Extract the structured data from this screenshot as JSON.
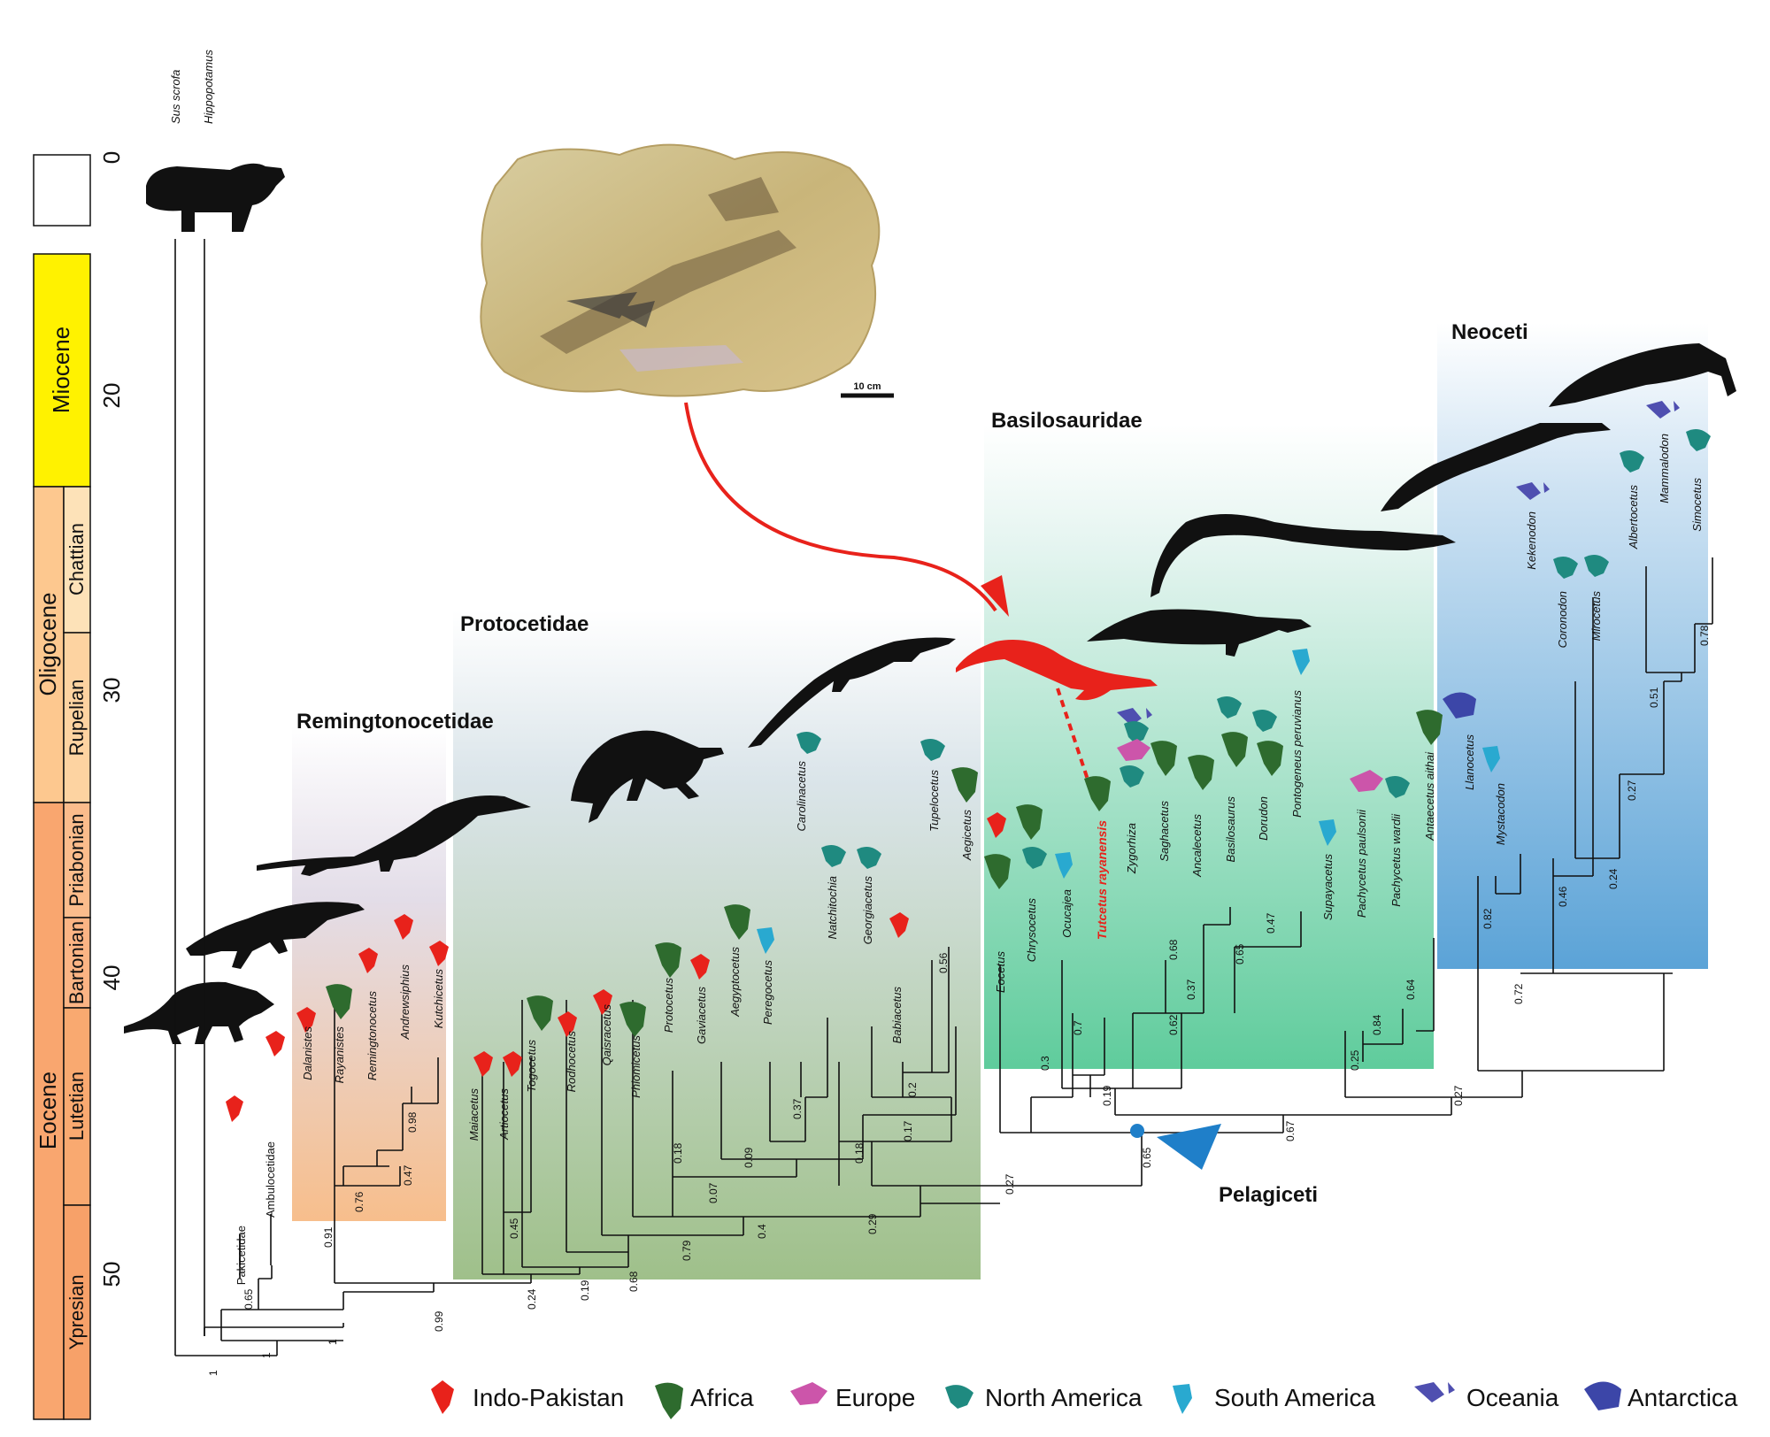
{
  "time_scale": {
    "ticks": [
      "0",
      "20",
      "30",
      "40",
      "50"
    ],
    "epochs": [
      {
        "label": "Miocene",
        "color": "#fff200"
      },
      {
        "label": "Oligocene",
        "color": "#fdc88f"
      },
      {
        "label": "Eocene",
        "color": "#f9a66f"
      }
    ],
    "stages": [
      {
        "label": "Chattian",
        "color": "#fde2b8"
      },
      {
        "label": "Rupelian",
        "color": "#fdd3a1"
      },
      {
        "label": "Priabonian",
        "color": "#fbbc8c"
      },
      {
        "label": "Bartonian",
        "color": "#fbb484"
      },
      {
        "label": "Lutetian",
        "color": "#f9a970"
      },
      {
        "label": "Ypresian",
        "color": "#f7a169"
      }
    ]
  },
  "clades": {
    "remingtonocetidae": "Remingtonocetidae",
    "protocetidae": "Protocetidae",
    "basilosauridae": "Basilosauridae",
    "neoceti": "Neoceti",
    "pelagiceti": "Pelagiceti"
  },
  "scale_bar": "10 cm",
  "highlight_color": "#e8221b",
  "taxa": {
    "t0": "Sus scrofa",
    "t1": "Hippopotamus",
    "t2": "Pakicetidae",
    "t3": "Ambulocetidae",
    "t4": "Dalanistes",
    "t5": "Rayanistes",
    "t6": "Remingtonocetus",
    "t7": "Andrewsiphius",
    "t8": "Kutchicetus",
    "t9": "Maiacetus",
    "t10": "Artiocetus",
    "t11": "Togocetus",
    "t12": "Rodhocetus",
    "t13": "Qaisracetus",
    "t14": "Phiomicetus",
    "t15": "Protocetus",
    "t16": "Gaviacetus",
    "t17": "Aegyptocetus",
    "t18": "Peregocetus",
    "t19": "Carolinacetus",
    "t20": "Natchitochia",
    "t21": "Georgiacetus",
    "t22": "Babiacetus",
    "t23": "Tupelocetus",
    "t24": "Aegicetus",
    "t25": "Eocetus",
    "t26": "Chrysocetus",
    "t27": "Ocucajea",
    "t28": "Tutcetus rayanensis",
    "t29": "Zygorhiza",
    "t30": "Saghacetus",
    "t31": "Ancalecetus",
    "t32": "Basilosaurus",
    "t33": "Dorudon",
    "t34": "Pontogeneus peruvianus",
    "t35": "Supayacetus",
    "t36": "Pachycetus paulsonii",
    "t37": "Pachycetus wardii",
    "t38": "Antaecetus aithai",
    "t39": "Llanocetus",
    "t40": "Mystacodon",
    "t41": "Kekenodon",
    "t42": "Coronodon",
    "t43": "Mirocetus",
    "t44": "Albertocetus",
    "t45": "Mammalodon",
    "t46": "Simocetus"
  },
  "supports": {
    "s0": "1",
    "s1": "1",
    "s2": "1",
    "s3": "0.65",
    "s4": "0.99",
    "s5": "0.91",
    "s6": "0.76",
    "s7": "0.47",
    "s8": "0.98",
    "s9": "0.24",
    "s10": "0.45",
    "s11": "0.19",
    "s12": "0.68",
    "s13": "0.79",
    "s14": "0.4",
    "s15": "0.07",
    "s16": "0.18",
    "s17": "0.09",
    "s18": "0.37",
    "s19": "0.29",
    "s20": "0.18",
    "s21": "0.17",
    "s22": "0.2",
    "s23": "0.56",
    "s24": "0.27",
    "s25": "0.65",
    "s26": "0.3",
    "s27": "0.7",
    "s28": "0.19",
    "s29": "0.62",
    "s30": "0.68",
    "s31": "0.37",
    "s32": "0.65",
    "s33": "0.47",
    "s34": "0.67",
    "s35": "0.25",
    "s36": "0.84",
    "s37": "0.64",
    "s38": "0.27",
    "s39": "0.72",
    "s40": "0.82",
    "s41": "0.46",
    "s42": "0.24",
    "s43": "0.27",
    "s44": "0.51",
    "s45": "0.78"
  },
  "legend": [
    {
      "label": "Indo-Pakistan",
      "color": "#e8221b"
    },
    {
      "label": "Africa",
      "color": "#2e6b2e"
    },
    {
      "label": "Europe",
      "color": "#cc55aa"
    },
    {
      "label": "North America",
      "color": "#1f8a80"
    },
    {
      "label": "South America",
      "color": "#29a9d0"
    },
    {
      "label": "Oceania",
      "color": "#4f4fb0"
    },
    {
      "label": "Antarctica",
      "color": "#3c46a8"
    }
  ]
}
